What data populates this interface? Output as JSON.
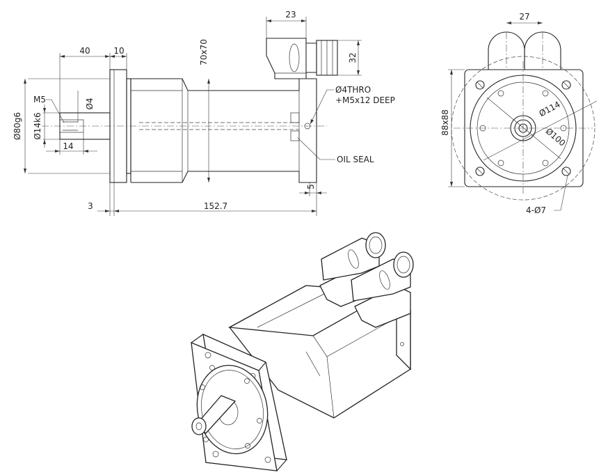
{
  "side_view": {
    "dim_connector_width": "23",
    "dim_connector_height": "32",
    "dim_square": "70x70",
    "dim_shaft_length": "40",
    "dim_flange_thickness": "10",
    "dim_thread": "M5",
    "dim_hole": "Ø4",
    "dim_pilot": "Ø80g6",
    "dim_shaft": "Ø14k6",
    "dim_thread_depth": "14",
    "note_thro_line1": "Ø4THRO",
    "note_thro_line2": "+M5x12 DEEP",
    "note_oil_seal": "OIL SEAL",
    "dim_rear": "5",
    "dim_spigot": "3",
    "dim_body_length": "152.7"
  },
  "end_view": {
    "dim_connector_spacing": "27",
    "dim_flange_square": "88x88",
    "dim_circle_114": "Ø114",
    "dim_circle_100": "Ø100",
    "dim_mount_holes": "4-Ø7"
  }
}
